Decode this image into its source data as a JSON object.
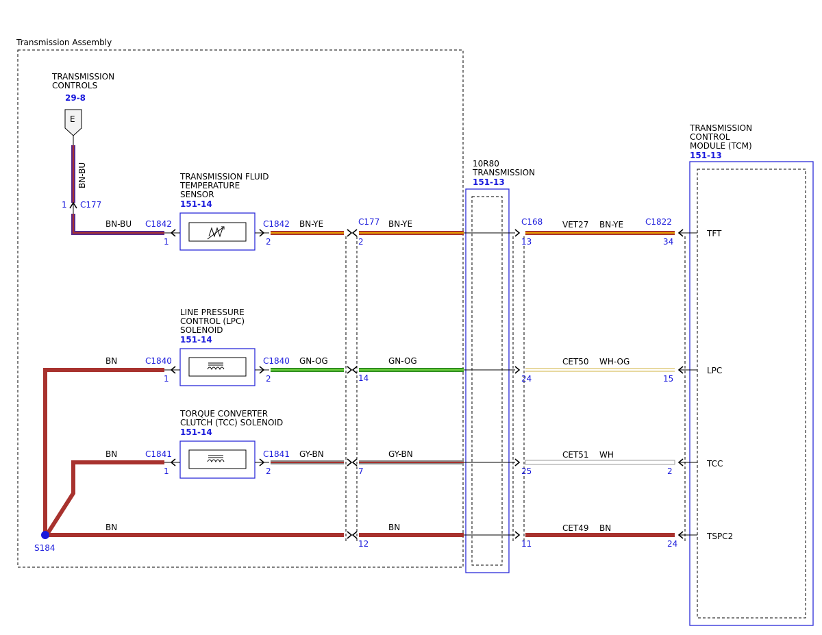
{
  "assembly_label": "Transmission Assembly",
  "trans_controls": {
    "line1": "TRANSMISSION",
    "line2": "CONTROLS",
    "ref": "29-8",
    "tag": "E",
    "wire": "BN-BU",
    "pin": "1",
    "connector": "C177"
  },
  "tfts": {
    "line1": "TRANSMISSION FLUID",
    "line2": "TEMPERATURE",
    "line3": "SENSOR",
    "ref": "151-14"
  },
  "lpc": {
    "line1": "LINE PRESSURE",
    "line2": "CONTROL (LPC)",
    "line3": "SOLENOID",
    "ref": "151-14"
  },
  "tcc": {
    "line1": "TORQUE CONVERTER",
    "line2": "CLUTCH (TCC) SOLENOID",
    "ref": "151-14"
  },
  "trans10r80": {
    "line1": "10R80",
    "line2": "TRANSMISSION",
    "ref": "151-13"
  },
  "tcm": {
    "line1": "TRANSMISSION",
    "line2": "CONTROL",
    "line3": "MODULE (TCM)",
    "ref": "151-13"
  },
  "splice": "S184",
  "circuits": [
    {
      "left_wire": "BN-BU",
      "left_conn": "C1842",
      "left_pin": "1",
      "right_conn": "C1842",
      "right_pin": "2",
      "wire_a": "BN-YE",
      "c177": "C177",
      "c177_pin": "2",
      "wire_b": "BN-YE",
      "c168": "C168",
      "c168_pin": "13",
      "circuit": "VET27",
      "wire_c": "BN-YE",
      "tcm_conn": "C1822",
      "tcm_pin": "34",
      "signal": "TFT"
    },
    {
      "left_wire": "BN",
      "left_conn": "C1840",
      "left_pin": "1",
      "right_conn": "C1840",
      "right_pin": "2",
      "wire_a": "GN-OG",
      "c177_pin": "14",
      "wire_b": "GN-OG",
      "c168_pin": "24",
      "circuit": "CET50",
      "wire_c": "WH-OG",
      "tcm_pin": "15",
      "signal": "LPC"
    },
    {
      "left_wire": "BN",
      "left_conn": "C1841",
      "left_pin": "1",
      "right_conn": "C1841",
      "right_pin": "2",
      "wire_a": "GY-BN",
      "c177_pin": "7",
      "wire_b": "GY-BN",
      "c168_pin": "25",
      "circuit": "CET51",
      "wire_c": "WH",
      "tcm_pin": "2",
      "signal": "TCC"
    },
    {
      "left_wire": "BN",
      "c177_pin": "12",
      "wire_b": "BN",
      "c168_pin": "11",
      "circuit": "CET49",
      "wire_c": "BN",
      "tcm_pin": "24",
      "signal": "TSPC2"
    }
  ],
  "colors": {
    "brown": "#a8322e",
    "blue": "#2b2bd9",
    "violet_bu": "#5a2a8a",
    "yellow": "#e8c000",
    "green": "#2f8f1f",
    "orange": "#e07a10",
    "gray": "#8a8a8a",
    "white": "#f4f4f4"
  }
}
